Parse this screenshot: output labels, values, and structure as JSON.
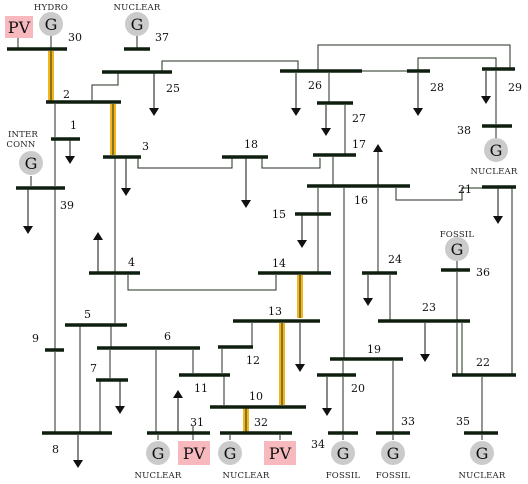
{
  "bus_labels": {
    "b1": "1",
    "b2": "2",
    "b3": "3",
    "b4": "4",
    "b5": "5",
    "b6": "6",
    "b7": "7",
    "b8": "8",
    "b9": "9",
    "b10": "10",
    "b11": "11",
    "b12": "12",
    "b13": "13",
    "b14": "14",
    "b15": "15",
    "b16": "16",
    "b17": "17",
    "b18": "18",
    "b19": "19",
    "b20": "20",
    "b21": "21",
    "b22": "22",
    "b23": "23",
    "b24": "24",
    "b25": "25",
    "b26": "26",
    "b27": "27",
    "b28": "28",
    "b29": "29",
    "b30": "30",
    "b31": "31",
    "b32": "32",
    "b33": "33",
    "b34": "34",
    "b35": "35",
    "b36": "36",
    "b37": "37",
    "b38": "38",
    "b39": "39"
  },
  "generator_symbol": "G",
  "pv_symbol": "PV",
  "source_types": {
    "hydro": "HYDRO",
    "nuclear": "NUCLEAR",
    "inter_line1": "INTER",
    "inter_line2": "CONN",
    "fossil": "FOSSIL"
  },
  "colors": {
    "bus": "#0f1f0f",
    "line": "#1f2f1f",
    "highlight": "#f3b51c",
    "generator_fill": "#cbcbcb",
    "pv_fill": "#f7b9be"
  }
}
